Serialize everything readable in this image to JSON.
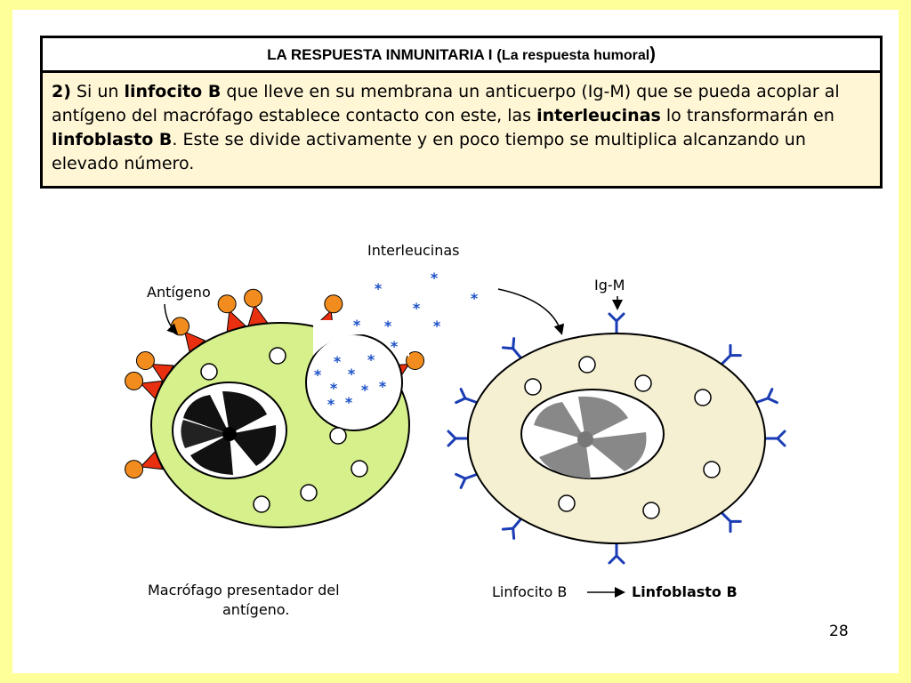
{
  "header": {
    "title_main": "LA RESPUESTA INMUNITARIA I (",
    "title_sub": "La respuesta humoral",
    "title_close": ")",
    "paragraph": [
      {
        "text": "2)",
        "bold": true
      },
      {
        "text": " Si un ",
        "bold": false
      },
      {
        "text": "linfocito B",
        "bold": true
      },
      {
        "text": " que lleve en su membrana un anticuerpo (Ig-M) que se pueda acoplar al antígeno del macrófago establece contacto con este, las ",
        "bold": false
      },
      {
        "text": "interleucinas",
        "bold": true
      },
      {
        "text": "  lo transformarán en ",
        "bold": false
      },
      {
        "text": "linfoblasto B",
        "bold": true
      },
      {
        "text": ". Este se divide activamente y en poco tiempo se multiplica alcanzando un elevado número.",
        "bold": false
      }
    ]
  },
  "diagram": {
    "label_antigen": "Antígeno",
    "label_interleukins": "Interleucinas",
    "label_igm": "Ig-M",
    "caption_macrophage_line1": "Macrófago presentador del",
    "caption_macrophage_line2": "antígeno.",
    "caption_lymphocyte": "Linfocito B",
    "caption_lymphoblast": "Linfoblasto B"
  },
  "colors": {
    "macrophage_fill": "#d6f08c",
    "lymphocyte_fill": "#f5f0d2",
    "antigen_fill": "#f28c1e",
    "spike_fill": "#e83010",
    "interleukin_color": "#1a50c8",
    "antibody_color": "#1a3cb4"
  },
  "page_number": "28"
}
